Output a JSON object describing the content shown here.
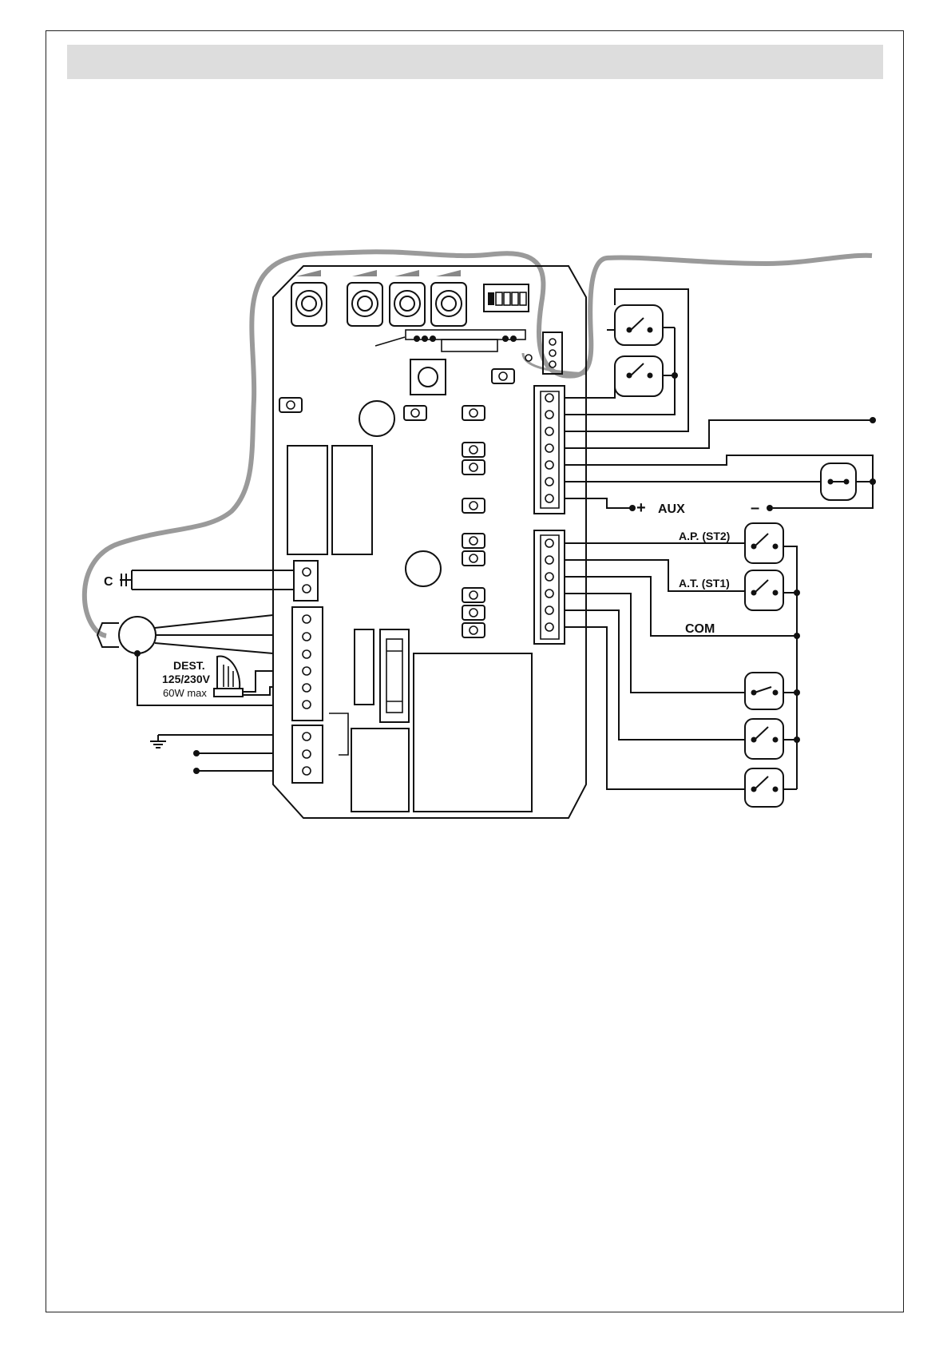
{
  "labels": {
    "capacitor": "C",
    "aux": "AUX",
    "aux_plus": "+",
    "aux_minus": "–",
    "ap": "A.P. (ST2)",
    "at": "A.T. (ST1)",
    "com": "COM",
    "lamp_line1": "DEST.",
    "lamp_line2": "125/230V",
    "lamp_line3": "60W max"
  },
  "colors": {
    "antenna_cable": "#9a9a9a",
    "line": "#111111",
    "header_band": "#dddddd"
  },
  "icons": [
    "motor-icon",
    "flashing-lamp-icon",
    "ground-icon",
    "capacitor-icon",
    "push-button-icon",
    "photocell-icon",
    "limit-switch-icon"
  ]
}
